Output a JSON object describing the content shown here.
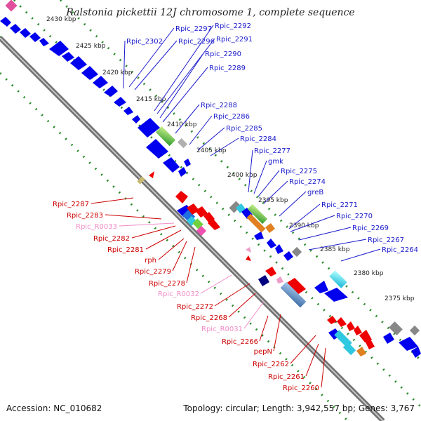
{
  "title": "Ralstonia pickettii 12J chromosome 1, complete sequence",
  "accession": "Accession: NC_010682",
  "summary": "Topology: circular; Length: 3,942,557 bp; Genes: 3,767",
  "ticks": [
    "2430 kbp",
    "2425 kbp",
    "2420 kbp",
    "2415 kbp",
    "2410 kbp",
    "2405 kbp",
    "2400 kbp",
    "2395 kbp",
    "2390 kbp",
    "2385 kbp",
    "2380 kbp",
    "2375 kbp"
  ],
  "labels_upper": [
    "Rpic_2302",
    "Rpic_2297",
    "Rpic_2296",
    "Rpic_2292",
    "Rpic_2291",
    "Rpic_2290",
    "Rpic_2289",
    "Rpic_2288",
    "Rpic_2286",
    "Rpic_2285",
    "Rpic_2284",
    "Rpic_2277",
    "gmk",
    "Rpic_2275",
    "Rpic_2274",
    "greB",
    "Rpic_2271",
    "Rpic_2270",
    "Rpic_2269",
    "Rpic_2267",
    "Rpic_2264"
  ],
  "labels_lower": [
    "Rpic_2287",
    "Rpic_2283",
    "Rpic_R0033",
    "Rpic_2282",
    "Rpic_2281",
    "rph",
    "Rpic_2279",
    "Rpic_2278",
    "Rpic_R0032",
    "Rpic_2272",
    "Rpic_2268",
    "Rpic_R0031",
    "Rpic_2266",
    "pepN",
    "Rpic_2262",
    "Rpic_2261",
    "Rpic_2260"
  ],
  "colors": {
    "upper_label": "#1a1acc",
    "lower_label": "#cc0000",
    "rna_label": "#f08cc8",
    "forward_gene": "#0000ee",
    "reverse_gene": "#ee0000",
    "backbone": "#808080",
    "gc_skew": "#2a8a2a"
  }
}
